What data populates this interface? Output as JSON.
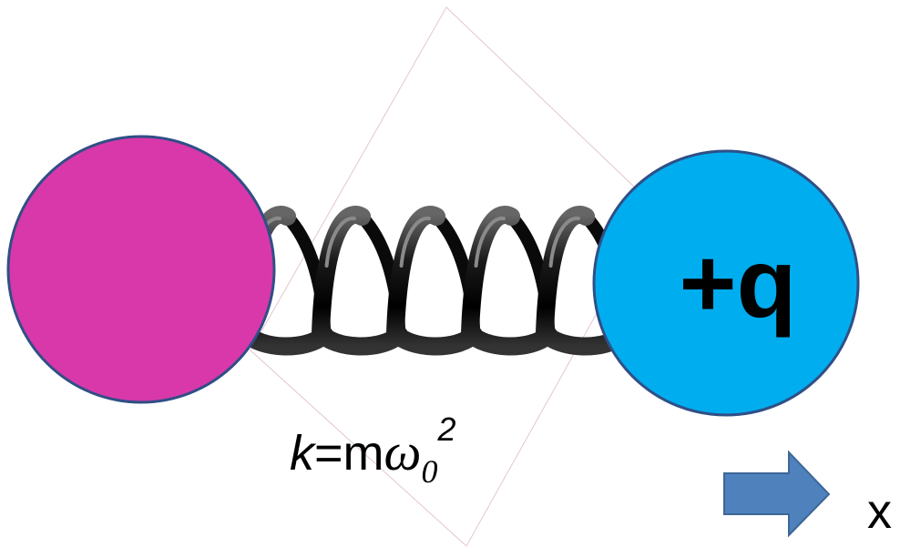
{
  "masses": {
    "left": {
      "color": "#d838aa",
      "outline": "#2f4f86"
    },
    "right": {
      "color": "#00adee",
      "outline": "#2f4f86",
      "label": "+q"
    }
  },
  "spring": {
    "color": "#111111",
    "label": {
      "k": "k",
      "eq": "=m",
      "omega": "ω",
      "sub": "0",
      "sup": "2"
    }
  },
  "axis": {
    "arrow_icon": "right-arrow-icon",
    "arrow_color": "#4f81bd",
    "label": "x"
  }
}
